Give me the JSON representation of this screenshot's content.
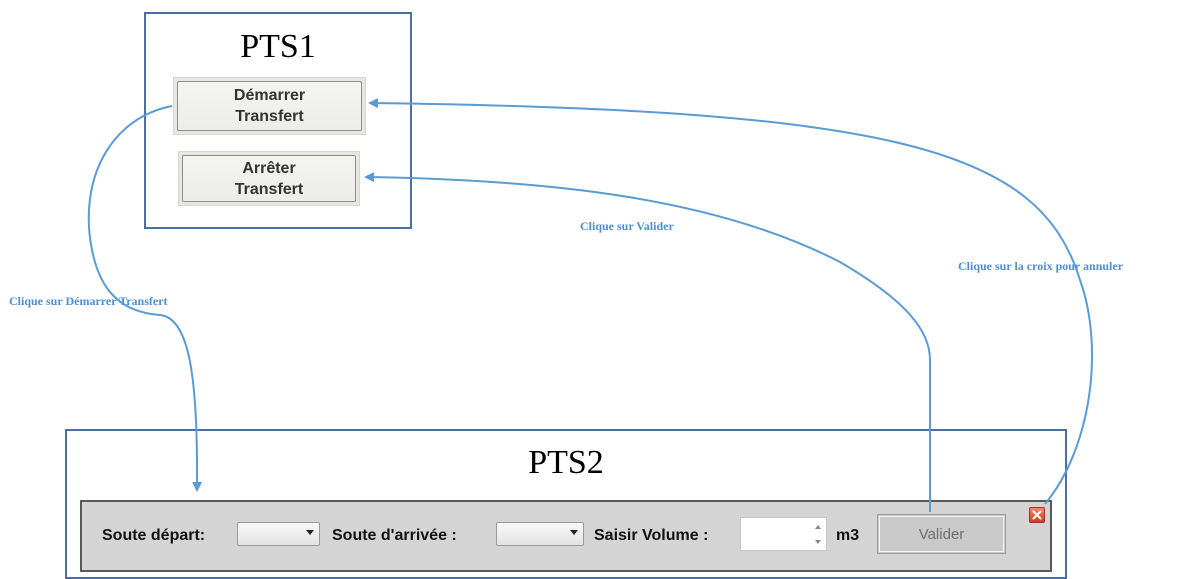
{
  "pts1": {
    "title": "PTS1",
    "start_button": "Démarrer\nTransfert",
    "stop_button": "Arrêter\nTransfert"
  },
  "pts2": {
    "title": "PTS2",
    "toolbar": {
      "soute_depart_label": "Soute départ:",
      "soute_arrivee_label": "Soute d'arrivée :",
      "volume_label": "Saisir Volume :",
      "volume_value": "",
      "unit_label": "m3",
      "valider_label": "Valider"
    }
  },
  "annotations": {
    "start": "Clique sur Démarrer Transfert",
    "validate": "Clique sur Valider",
    "cancel": "Clique sur la croix pour annuler"
  },
  "colors": {
    "panel_border": "#4a6fa5",
    "arrow": "#5b9bd5",
    "annotation_text": "#4f8fcf",
    "toolbar_bg": "#d4d4d4",
    "close_button": "#d6391e"
  },
  "icons": [
    "dropdown-arrow-icon",
    "spin-up-icon",
    "spin-down-icon",
    "close-icon",
    "arrowhead-icon"
  ]
}
